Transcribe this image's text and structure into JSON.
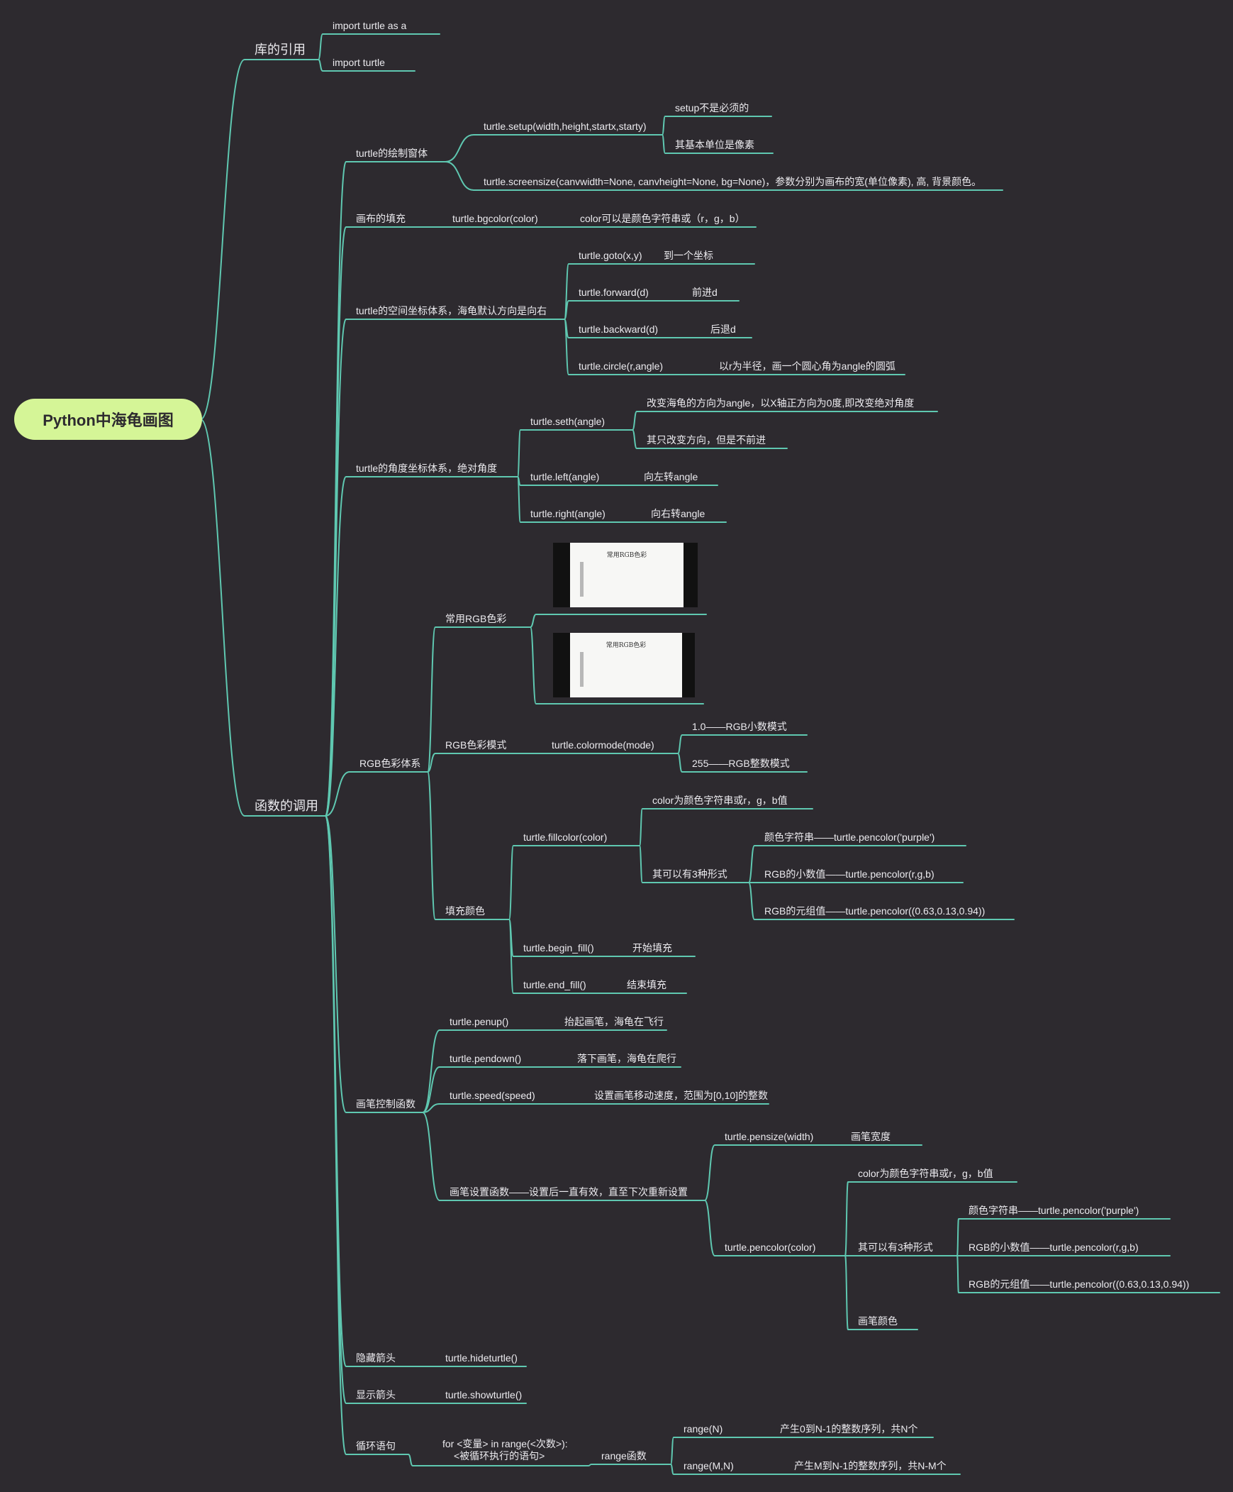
{
  "root": "Python中海龟画图",
  "colors": {
    "background": "#2d2a2f",
    "link": "#5fc8b1",
    "root_fill": "#d5f597",
    "text": "#ecebef"
  },
  "nodes": {
    "lib": {
      "label": "库的引用",
      "children": {
        "a": "import turtle as a",
        "b": "import turtle"
      }
    },
    "func": {
      "label": "函数的调用",
      "window": {
        "label": "turtle的绘制窗体",
        "setup": "turtle.setup(width,height,startx,starty)",
        "setup_note1": "setup不是必须的",
        "setup_note2": "其基本单位是像素",
        "screensize": "turtle.screensize(canvwidth=None, canvheight=None, bg=None)，参数分别为画布的宽(单位像素), 高, 背景颜色。"
      },
      "fill_canvas": {
        "label": "画布的填充",
        "bgcolor": "turtle.bgcolor(color)",
        "bgcolor_note": "color可以是颜色字符串或（r，g，b）"
      },
      "space": {
        "label": "turtle的空间坐标体系，海龟默认方向是向右",
        "goto": "turtle.goto(x,y)",
        "goto_note": "到一个坐标",
        "forward": "turtle.forward(d)",
        "forward_note": "前进d",
        "backward": "turtle.backward(d)",
        "backward_note": "后退d",
        "circle": "turtle.circle(r,angle)",
        "circle_note": "以r为半径，画一个圆心角为angle的圆弧"
      },
      "angle": {
        "label": "turtle的角度坐标体系，绝对角度",
        "seth": "turtle.seth(angle)",
        "seth_note1": "改变海龟的方向为angle，以X轴正方向为0度,即改变绝对角度",
        "seth_note2": "其只改变方向，但是不前进",
        "left": "turtle.left(angle)",
        "left_note": "向左转angle",
        "right": "turtle.right(angle)",
        "right_note": "向右转angle"
      },
      "rgb": {
        "label": "RGB色彩体系",
        "common": {
          "label": "常用RGB色彩",
          "image_title": "常用RGB色彩"
        },
        "mode": {
          "label": "RGB色彩模式",
          "colormode": "turtle.colormode(mode)",
          "m1": "1.0——RGB小数模式",
          "m255": "255——RGB整数模式"
        },
        "fill": {
          "label": "填充颜色",
          "fillcolor": "turtle.fillcolor(color)",
          "fc_note": "color为颜色字符串或r，g，b值",
          "forms": "其可以有3种形式",
          "f1": "颜色字符串——turtle.pencolor('purple')",
          "f2": "RGB的小数值——turtle.pencolor(r,g,b)",
          "f3": "RGB的元组值——turtle.pencolor((0.63,0.13,0.94))",
          "begin": "turtle.begin_fill()",
          "begin_note": "开始填充",
          "end": "turtle.end_fill()",
          "end_note": "结束填充"
        }
      },
      "pen": {
        "label": "画笔控制函数",
        "penup": "turtle.penup()",
        "penup_note": "抬起画笔，海龟在飞行",
        "pendown": "turtle.pendown()",
        "pendown_note": "落下画笔，海龟在爬行",
        "speed": "turtle.speed(speed)",
        "speed_note": "设置画笔移动速度，范围为[0,10]的整数",
        "settings": {
          "label": "画笔设置函数——设置后一直有效，直至下次重新设置",
          "pensize": "turtle.pensize(width)",
          "pensize_note": "画笔宽度",
          "pencolor": "turtle.pencolor(color)",
          "pc_note": "color为颜色字符串或r，g，b值",
          "forms": "其可以有3种形式",
          "f1": "颜色字符串——turtle.pencolor('purple')",
          "f2": "RGB的小数值——turtle.pencolor(r,g,b)",
          "f3": "RGB的元组值——turtle.pencolor((0.63,0.13,0.94))",
          "pc_color": "画笔颜色"
        }
      },
      "hide": {
        "label": "隐藏箭头",
        "fn": "turtle.hideturtle()"
      },
      "show": {
        "label": "显示箭头",
        "fn": "turtle.showturtle()"
      },
      "loop": {
        "label": "循环语句",
        "code1": "for <变量> in range(<次数>):",
        "code2": "<被循环执行的语句>",
        "range": "range函数",
        "r1": "range(N)",
        "r1_note": "产生0到N-1的整数序列，共N个",
        "r2": "range(M,N)",
        "r2_note": "产生M到N-1的整数序列，共N-M个"
      }
    }
  }
}
